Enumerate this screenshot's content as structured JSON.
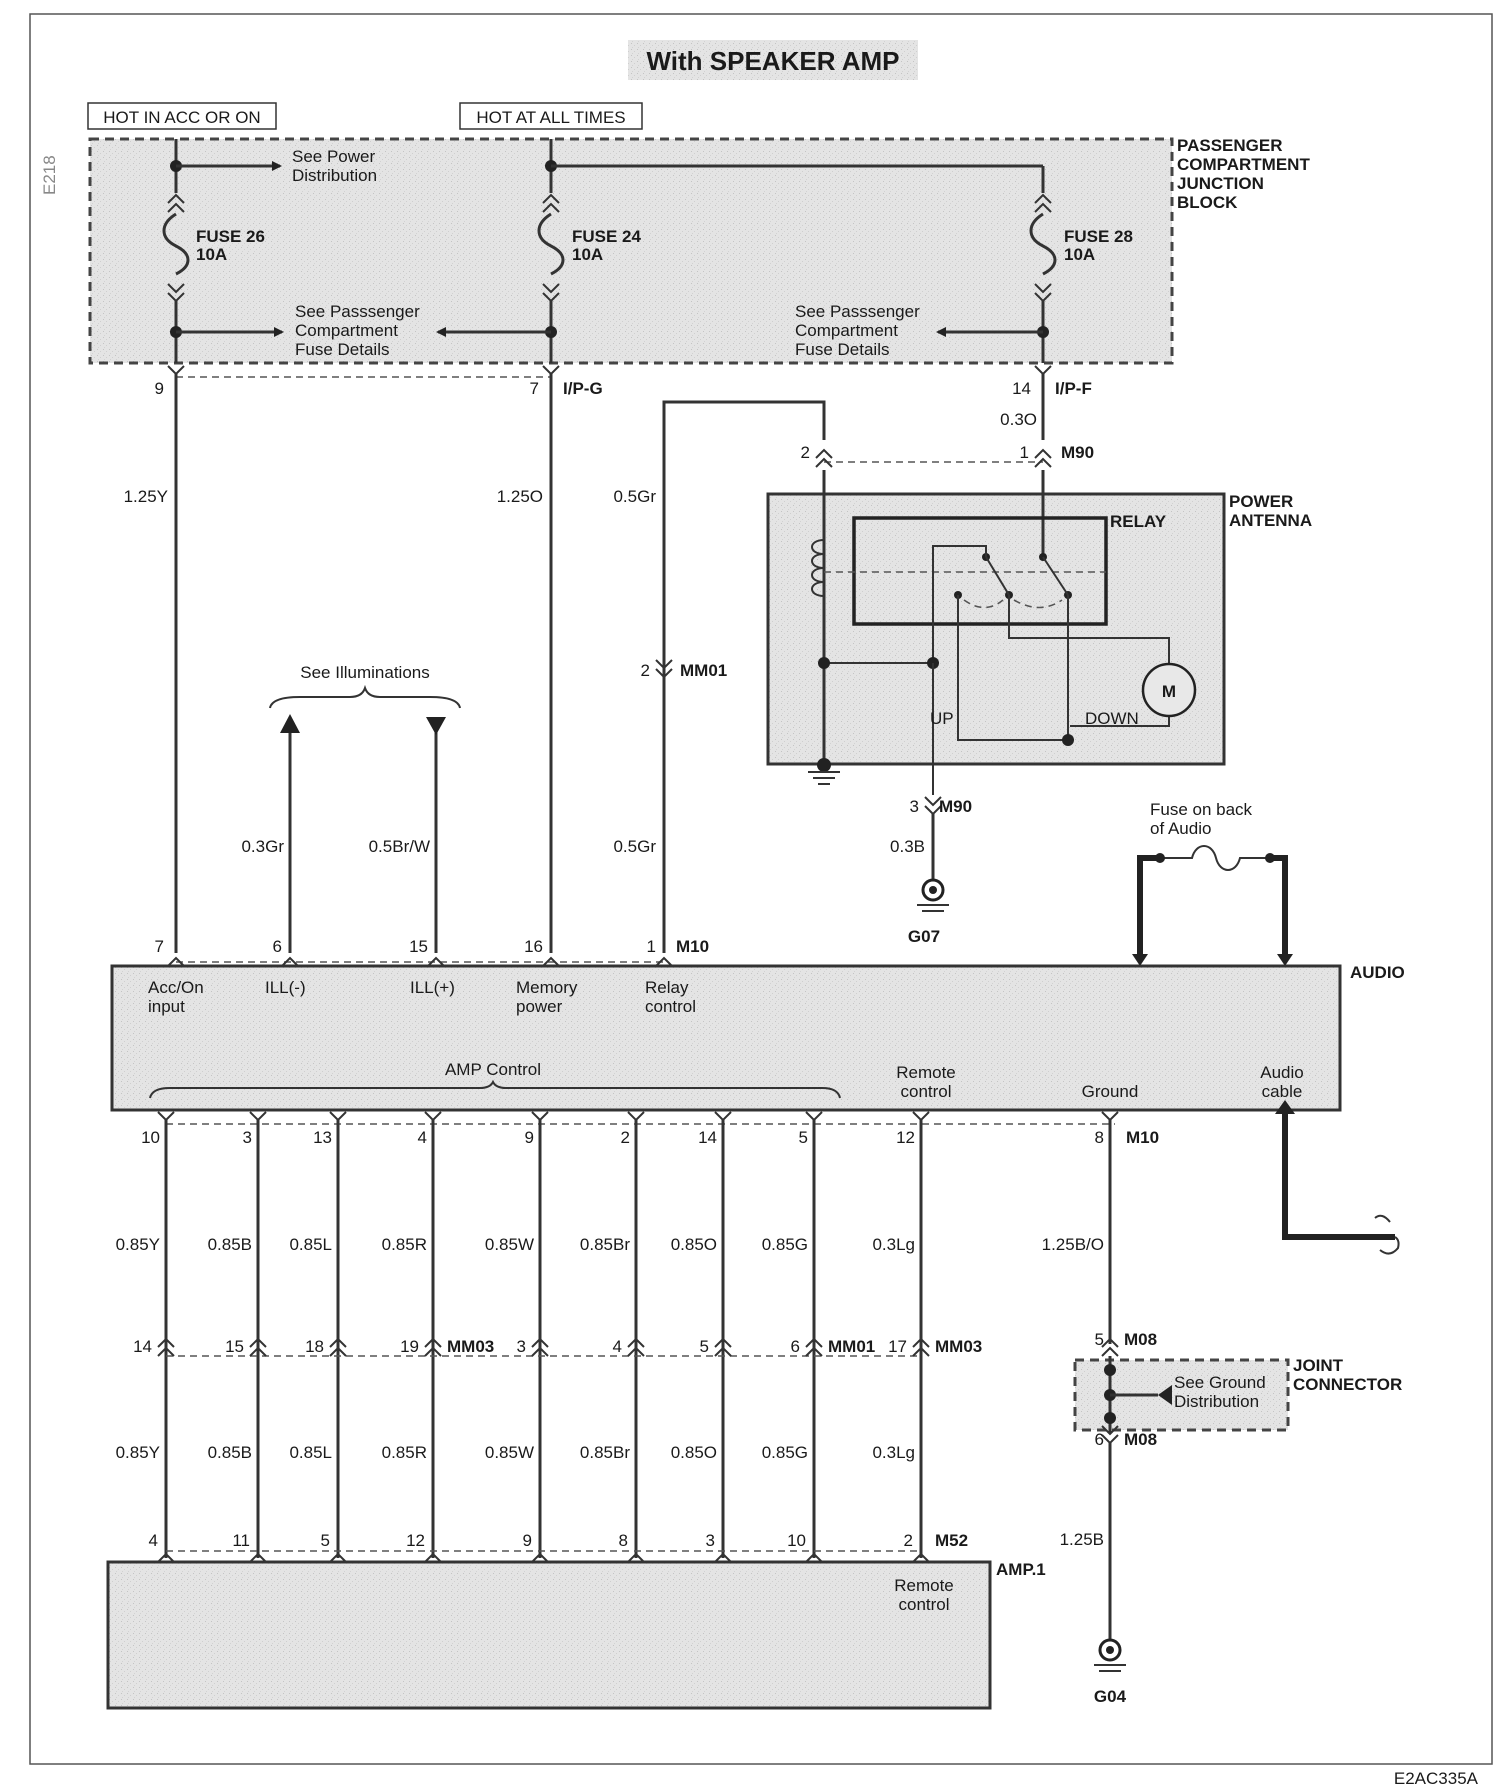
{
  "title": "With SPEAKER AMP",
  "figure_code": "E2AC335A",
  "margin_mark": "E218",
  "feeds": {
    "acc": "HOT IN ACC OR ON",
    "all": "HOT AT ALL TIMES"
  },
  "junction_block": {
    "label": [
      "PASSENGER",
      "COMPARTMENT",
      "JUNCTION",
      "BLOCK"
    ],
    "fuse26": [
      "FUSE 26",
      "10A"
    ],
    "fuse24": [
      "FUSE 24",
      "10A"
    ],
    "fuse28": [
      "FUSE 28",
      "10A"
    ],
    "see_power": [
      "See Power",
      "Distribution"
    ],
    "see_fuse_left": [
      "See Passsenger",
      "Compartment",
      "Fuse Details"
    ],
    "see_fuse_right": [
      "See Passsenger",
      "Compartment",
      "Fuse Details"
    ],
    "pins": {
      "p9": "9",
      "p7": "7",
      "p14": "14"
    },
    "conn_ipg": "I/P-G",
    "conn_ipf": "I/P-F"
  },
  "wires_top": {
    "w_125y": "1.25Y",
    "w_125o": "1.25O",
    "w_05gr_a": "0.5Gr",
    "w_03o": "0.3O",
    "w_03gr": "0.3Gr",
    "w_05brw": "0.5Br/W",
    "w_05gr_b": "0.5Gr",
    "w_03b": "0.3B"
  },
  "inline_connectors": {
    "m90_p2": "2",
    "m90_p1": "1",
    "m90": "M90",
    "mm01_p2": "2",
    "mm01": "MM01",
    "m90_p3": "3",
    "m90b": "M90"
  },
  "power_antenna": {
    "label": [
      "POWER",
      "ANTENNA"
    ],
    "relay": "RELAY",
    "up": "UP",
    "down": "DOWN",
    "motor": "M"
  },
  "illum": "See Illuminations",
  "grounds": {
    "g07": "G07",
    "g04": "G04"
  },
  "audio_fuse": [
    "Fuse on back",
    "of Audio"
  ],
  "audio": {
    "label": "AUDIO",
    "pins_top": [
      "7",
      "6",
      "15",
      "16",
      "1"
    ],
    "conn_top": "M10",
    "terms_top": [
      [
        "Acc/On",
        "input"
      ],
      [
        "ILL(-)"
      ],
      [
        "ILL(+)"
      ],
      [
        "Memory",
        "power"
      ],
      [
        "Relay",
        "control"
      ]
    ],
    "amp_control": "AMP Control",
    "remote": [
      "Remote",
      "control"
    ],
    "ground": "Ground",
    "cable": [
      "Audio",
      "cable"
    ],
    "pins_bottom": [
      "10",
      "3",
      "13",
      "4",
      "9",
      "2",
      "14",
      "5",
      "12",
      "8"
    ],
    "conn_bottom": "M10"
  },
  "amp_wires": [
    "0.85Y",
    "0.85B",
    "0.85L",
    "0.85R",
    "0.85W",
    "0.85Br",
    "0.85O",
    "0.85G",
    "0.3Lg"
  ],
  "amp_wires_lower": [
    "0.85Y",
    "0.85B",
    "0.85L",
    "0.85R",
    "0.85W",
    "0.85Br",
    "0.85O",
    "0.85G",
    "0.3Lg"
  ],
  "ground_wire_top": "1.25B/O",
  "ground_wire_bottom": "1.25B",
  "middle_conn": {
    "pins": [
      "14",
      "15",
      "18",
      "19",
      "3",
      "4",
      "5",
      "6",
      "17"
    ],
    "mm03a": "MM03",
    "mm01": "MM01",
    "mm03b": "MM03"
  },
  "joint": {
    "label": [
      "JOINT",
      "CONNECTOR"
    ],
    "see": [
      "See Ground",
      "Distribution"
    ],
    "pin_top": "5",
    "conn_top": "M08",
    "pin_bottom": "6",
    "conn_bottom": "M08"
  },
  "amp": {
    "label": "AMP.1",
    "pins": [
      "4",
      "11",
      "5",
      "12",
      "9",
      "8",
      "3",
      "10",
      "2"
    ],
    "conn": "M52",
    "remote": [
      "Remote",
      "control"
    ]
  }
}
